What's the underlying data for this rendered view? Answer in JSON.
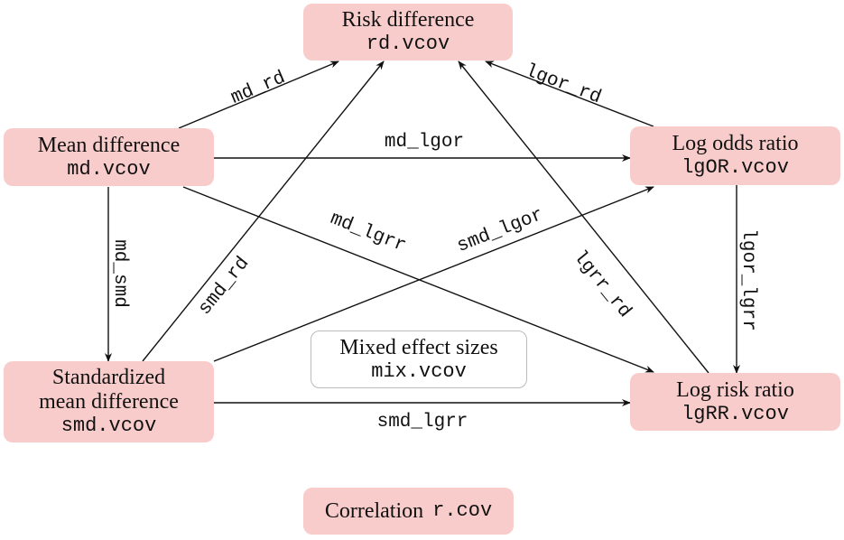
{
  "nodes": {
    "rd": {
      "title": "Risk difference",
      "code": "rd.vcov"
    },
    "md": {
      "title": "Mean difference",
      "code": "md.vcov"
    },
    "lgor": {
      "title": "Log odds ratio",
      "code": "lgOR.vcov"
    },
    "smd": {
      "title_line1": "Standardized",
      "title_line2": "mean difference",
      "code": "smd.vcov"
    },
    "lgrr": {
      "title": "Log risk ratio",
      "code": "lgRR.vcov"
    },
    "mix": {
      "title": "Mixed effect sizes",
      "code": "mix.vcov"
    },
    "r": {
      "title": "Correlation",
      "code": "r.cov"
    }
  },
  "edges": {
    "md_rd": "md_rd",
    "lgor_rd": "lgor_rd",
    "md_lgor": "md_lgor",
    "md_lgrr": "md_lgrr",
    "smd_lgor": "smd_lgor",
    "smd_rd": "smd_rd",
    "lgrr_rd": "lgrr_rd",
    "md_smd": "md_smd",
    "lgor_lgrr": "lgor_lgrr",
    "smd_lgrr": "smd_lgrr"
  },
  "colors": {
    "node_fill": "#f9cccc",
    "mixed_border": "#bbbbbb"
  }
}
